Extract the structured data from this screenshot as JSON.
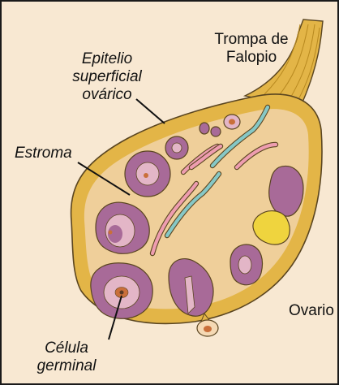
{
  "labels": {
    "tube": [
      "Trompa de",
      "Falopio"
    ],
    "epithelium": [
      "Epitelio",
      "superficial",
      "ovárico"
    ],
    "stroma": "Estroma",
    "ovary": "Ovario",
    "germ_cell": [
      "Célula",
      "germinal"
    ]
  },
  "colors": {
    "background": "#f8e8d2",
    "ovary_border": "#e3b547",
    "stroma": "#efcf9a",
    "follicle": "#a86a98",
    "follicle_light": "#e3b6c7",
    "blue_vessel": "#86c8c6",
    "pink_vessel": "#ee9db0",
    "corpus_luteum": "#efd43e"
  }
}
